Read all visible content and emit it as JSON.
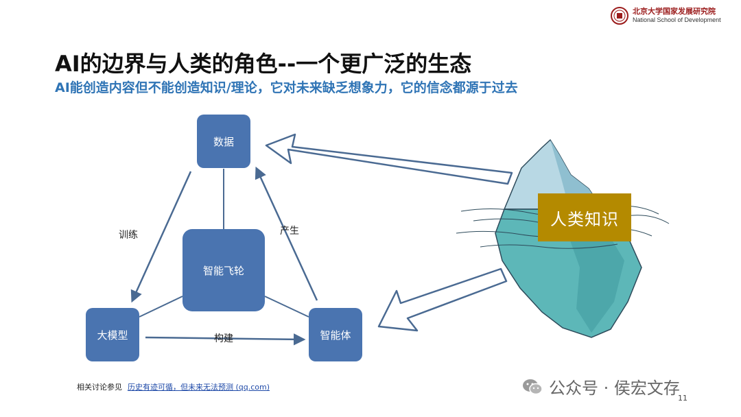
{
  "header": {
    "logo_cn": "北京大学国家发展研究院",
    "logo_en": "National School of Development"
  },
  "slide": {
    "title": "AI的边界与人类的角色--一个更广泛的生态",
    "subtitle": "AI能创造内容但不能创造知识/理论，它对未来缺乏想象力，它的信念都源于过去"
  },
  "diagram": {
    "nodes": {
      "data": "数据",
      "flywheel": "智能飞轮",
      "model": "大模型",
      "agent": "智能体"
    },
    "edges": {
      "train": "训练",
      "produce": "产生",
      "build": "构建"
    },
    "iceberg_label": "人类知识"
  },
  "footer": {
    "ref_label": "相关讨论参见",
    "ref_link": "历史有迹可循，但未来无法预测 (qq.com)"
  },
  "watermark": {
    "text": "公众号 · 侯宏文存"
  },
  "page_number": "11",
  "colors": {
    "node_fill": "#4a74b0",
    "arrow": "#4a6a92",
    "subtitle": "#2f74b5",
    "knowledge_box": "#b48a00",
    "iceberg_water": "#5db7b8",
    "iceberg_top": "#b8d8e4"
  }
}
